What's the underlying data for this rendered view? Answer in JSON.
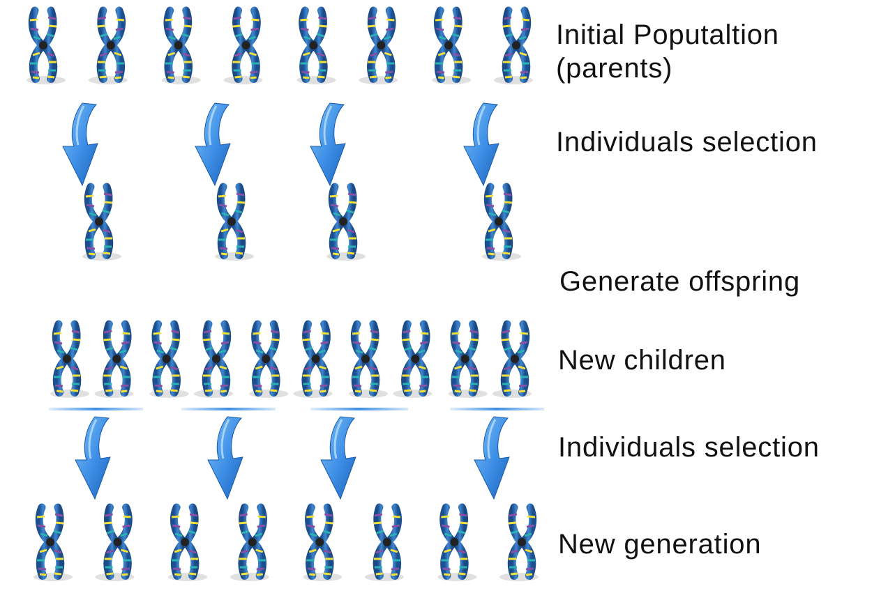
{
  "stages": [
    {
      "id": "initial-population",
      "label_line1": "Initial Poputaltion",
      "label_line2": "(parents)"
    },
    {
      "id": "selection-1",
      "label": "Individuals selection"
    },
    {
      "id": "generate-offspring",
      "label": "Generate offspring"
    },
    {
      "id": "new-children",
      "label": "New children"
    },
    {
      "id": "selection-2",
      "label": "Individuals selection"
    },
    {
      "id": "new-generation",
      "label": "New generation"
    }
  ],
  "counts": {
    "parents": 8,
    "selected": 4,
    "children": 10,
    "new_generation": 8
  },
  "colors": {
    "selection_arrow": "#3d8ee6",
    "offspring_arrow": "#e32222",
    "chromosome_base": "#3470b8",
    "centromere": "#222222",
    "band_yellow": "#f4e23a",
    "band_purple": "#8a4fa2",
    "band_teal": "#2ab3b3"
  },
  "icons": {
    "chromosome": "chromosome-icon",
    "selection": "down-arrow-icon",
    "offspring": "curved-split-arrow-icon"
  }
}
